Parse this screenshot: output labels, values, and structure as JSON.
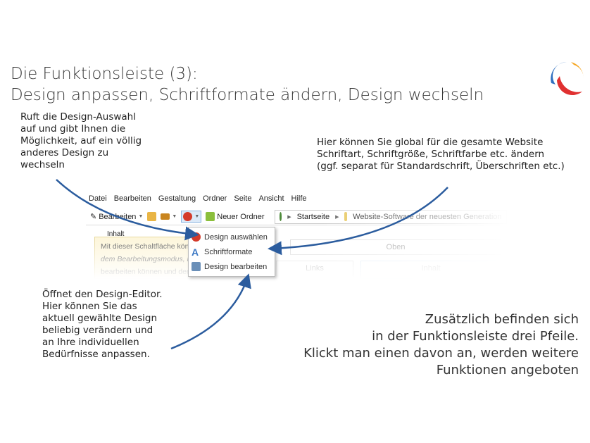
{
  "title": {
    "line1": "Die Funktionsleiste (3):",
    "line2": "Design anpassen, Schriftformate ändern, Design wechseln"
  },
  "notes": {
    "top_left": [
      "Ruft die Design-Auswahl",
      "auf und gibt Ihnen die",
      "Möglichkeit, auf ein völlig",
      "anderes Design zu",
      "wechseln"
    ],
    "top_right": [
      "Hier können Sie global für die gesamte Website",
      "Schriftart, Schriftgröße, Schriftfarbe etc. ändern",
      "(ggf. separat für Standardschrift, Überschriften etc.)"
    ],
    "bottom_left": [
      "Öffnet den Design-Editor.",
      "Hier können Sie das",
      "aktuell gewählte Design",
      "beliebig verändern und",
      "an Ihre individuellen",
      "Bedürfnisse anpassen."
    ],
    "bottom_right": [
      "Zusätzlich befinden sich",
      "in der Funktionsleiste drei Pfeile.",
      "Klickt man einen davon an, werden weitere",
      "Funktionen angeboten"
    ]
  },
  "app": {
    "menu": [
      "Datei",
      "Bearbeiten",
      "Gestaltung",
      "Ordner",
      "Seite",
      "Ansicht",
      "Hilfe"
    ],
    "toolbar": {
      "edit": "Bearbeiten",
      "new_folder": "Neuer Ordner",
      "crumb_home": "Startseite",
      "crumb_page": "Website-Software der neuesten Generation"
    },
    "tree_label": "Inhalt",
    "tooltip": [
      "Mit dieser Schaltfläche könn",
      "dem Bearbeitungsmodus, in d",
      "bearbeiten können und dem"
    ],
    "layout": {
      "top": "Oben",
      "left": "Links",
      "content": "Inhalt"
    },
    "dropdown": [
      "Design auswählen",
      "Schriftformate",
      "Design bearbeiten"
    ]
  },
  "colors": {
    "arrow": "#2b5c9e",
    "logo_blue": "#2f6fbf",
    "logo_red": "#e03030",
    "logo_orange": "#f5a623"
  }
}
